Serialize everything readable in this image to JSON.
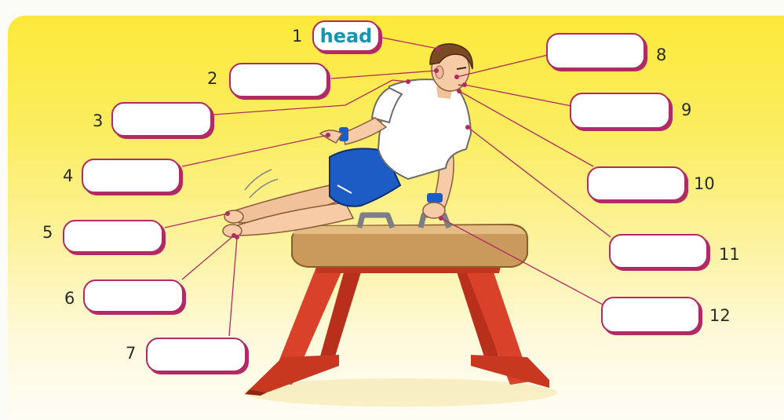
{
  "labels": [
    {
      "number": "1",
      "answer": "head"
    },
    {
      "number": "2",
      "answer": ""
    },
    {
      "number": "3",
      "answer": ""
    },
    {
      "number": "4",
      "answer": ""
    },
    {
      "number": "5",
      "answer": ""
    },
    {
      "number": "6",
      "answer": ""
    },
    {
      "number": "7",
      "answer": ""
    },
    {
      "number": "8",
      "answer": ""
    },
    {
      "number": "9",
      "answer": ""
    },
    {
      "number": "10",
      "answer": ""
    },
    {
      "number": "11",
      "answer": ""
    },
    {
      "number": "12",
      "answer": ""
    }
  ],
  "colors": {
    "label_border": "#b22a63",
    "answer_text": "#1496ad",
    "shirt": "#ffffff",
    "shorts": "#1d5cc4",
    "horse_top": "#c99a5c",
    "horse_legs": "#cf3b22"
  }
}
